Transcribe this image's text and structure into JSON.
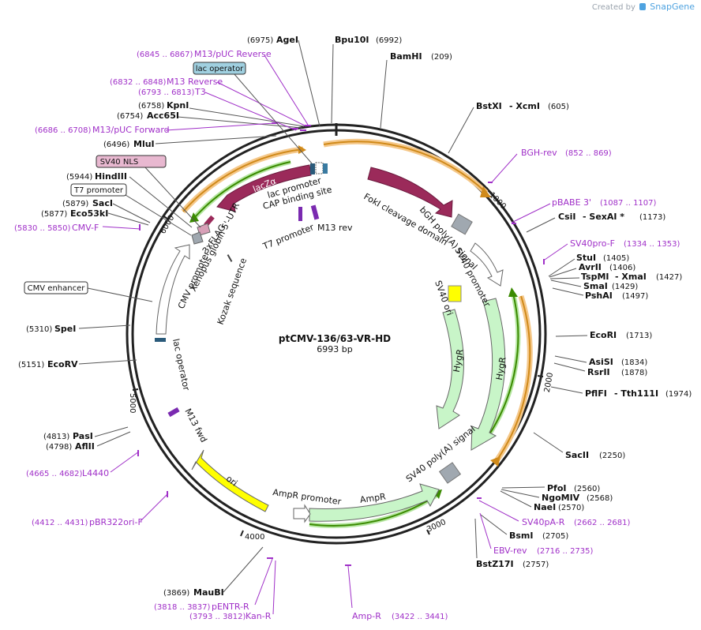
{
  "brand": {
    "created_by": "Created by",
    "name": "SnapGene"
  },
  "plasmid": {
    "name": "ptCMV-136/63-VR-HD",
    "length": "6993 bp"
  },
  "colors": {
    "site": "#111111",
    "primer": "#a030c8",
    "feature_maroon": "#9b2a5a",
    "feature_green": "#c8f5c8",
    "feature_yellow": "#ffff00",
    "feature_gray": "#a0a8b0",
    "orf_green": "#3a8a00",
    "orf_orange": "#d08a1a"
  },
  "ticks": [
    "1000",
    "2000",
    "3000",
    "4000",
    "5000",
    "6000"
  ],
  "sites_left": [
    {
      "pos": "(6975)",
      "name": "AgeI"
    },
    {
      "pos": "(6758)",
      "name": "KpnI"
    },
    {
      "pos": "(6754)",
      "name": "Acc65I"
    },
    {
      "pos": "(6496)",
      "name": "MluI"
    },
    {
      "pos": "(5944)",
      "name": "HindIII"
    },
    {
      "pos": "(5879)",
      "name": "SacI"
    },
    {
      "pos": "(5877)",
      "name": "Eco53kI"
    },
    {
      "pos": "(5310)",
      "name": "SpeI"
    },
    {
      "pos": "(5151)",
      "name": "EcoRV"
    },
    {
      "pos": "(4813)",
      "name": "PasI"
    },
    {
      "pos": "(4798)",
      "name": "AflII"
    },
    {
      "pos": "(3869)",
      "name": "MauBI"
    }
  ],
  "sites_right": [
    {
      "name": "Bpu10I",
      "pos": "(6992)"
    },
    {
      "name": "BamHI",
      "pos": "(209)"
    },
    {
      "name": "BstXI",
      "extra": "- XcmI",
      "pos": "(605)"
    },
    {
      "name": "CsiI",
      "extra": "- SexAI *",
      "pos": "(1173)"
    },
    {
      "name": "StuI",
      "pos": "(1405)"
    },
    {
      "name": "AvrII",
      "pos": "(1406)"
    },
    {
      "name": "TspMI",
      "extra": "- XmaI",
      "pos": "(1427)"
    },
    {
      "name": "SmaI",
      "pos": "(1429)"
    },
    {
      "name": "PshAI",
      "pos": "(1497)"
    },
    {
      "name": "EcoRI",
      "pos": "(1713)"
    },
    {
      "name": "AsiSI",
      "pos": "(1834)"
    },
    {
      "name": "RsrII",
      "pos": "(1878)"
    },
    {
      "name": "PflFI",
      "extra": "- Tth111I",
      "pos": "(1974)"
    },
    {
      "name": "SacII",
      "pos": "(2250)"
    },
    {
      "name": "PfoI",
      "pos": "(2560)"
    },
    {
      "name": "NgoMIV",
      "pos": "(2568)"
    },
    {
      "name": "NaeI",
      "pos": "(2570)"
    },
    {
      "name": "BsmI",
      "pos": "(2705)"
    },
    {
      "name": "BstZ17I",
      "pos": "(2757)"
    }
  ],
  "primers": [
    {
      "range": "(6845 .. 6867)",
      "name": "M13/pUC Reverse"
    },
    {
      "range": "(6832 .. 6848)",
      "name": "M13 Reverse"
    },
    {
      "range": "(6793 .. 6813)",
      "name": "T3"
    },
    {
      "range": "(6686 .. 6708)",
      "name": "M13/pUC Forward"
    },
    {
      "range": "(5830 .. 5850)",
      "name": "CMV-F"
    },
    {
      "range": "(4665 .. 4682)",
      "name": "L4440"
    },
    {
      "range": "(4412 .. 4431)",
      "name": "pBR322ori-F"
    },
    {
      "range": "(3818 .. 3837)",
      "name": "pENTR-R"
    },
    {
      "range": "(3793 .. 3812)",
      "name": "Kan-R"
    },
    {
      "name": "BGH-rev",
      "range": "(852 .. 869)"
    },
    {
      "name": "pBABE 3'",
      "range": "(1087 .. 1107)"
    },
    {
      "name": "SV40pro-F",
      "range": "(1334 .. 1353)"
    },
    {
      "name": "SV40pA-R",
      "range": "(2662 .. 2681)"
    },
    {
      "name": "EBV-rev",
      "range": "(2716 .. 2735)"
    },
    {
      "name": "Amp-R",
      "range": "(3422 .. 3441)"
    }
  ],
  "boxed_labels": [
    "lac operator",
    "SV40 NLS",
    "T7 promoter",
    "CMV enhancer"
  ],
  "features": {
    "lacZa": "lacZα",
    "lac_promoter": "lac promoter",
    "cap_site": "CAP binding site",
    "t7_promoter": "T7 promoter",
    "m13_rev": "M13 rev",
    "foki": "FokI cleavage domain",
    "bgh": "bGH poly(A) signal",
    "sv40_promoter": "SV40 promoter",
    "sv40_ori": "SV40 ori",
    "hygr": "HygR",
    "sv40_polya": "SV40 poly(A) signal",
    "ampr": "AmpR",
    "ampr_promoter": "AmpR promoter",
    "ori": "ori",
    "m13_fwd": "M13 fwd",
    "lac_operator": "lac operator",
    "cmv_promoter": "CMV promoter",
    "flag": "3xFLAG",
    "xenopus": "Xenopus globin 5'-UTR",
    "kozak": "Kozak sequence"
  }
}
